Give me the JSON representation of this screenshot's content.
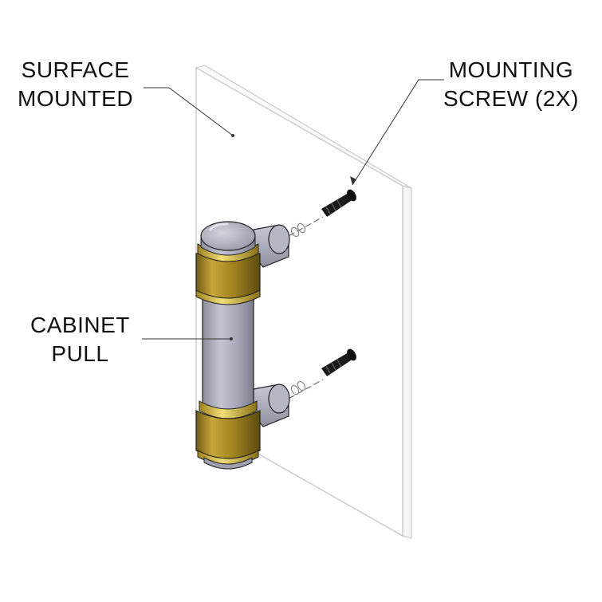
{
  "callouts": {
    "surface_mounted": {
      "line1": "SURFACE",
      "line2": "MOUNTED"
    },
    "mounting_screw": {
      "line1": "MOUNTING",
      "line2": "SCREW (2X)"
    },
    "cabinet_pull": {
      "line1": "CABINET",
      "line2": "PULL"
    }
  },
  "colors": {
    "brass": "#b0912a",
    "steel": "#a8aab8",
    "panel_outline": "#c9c9c9",
    "screw": "#1a1a1a",
    "leader": "#333333"
  }
}
